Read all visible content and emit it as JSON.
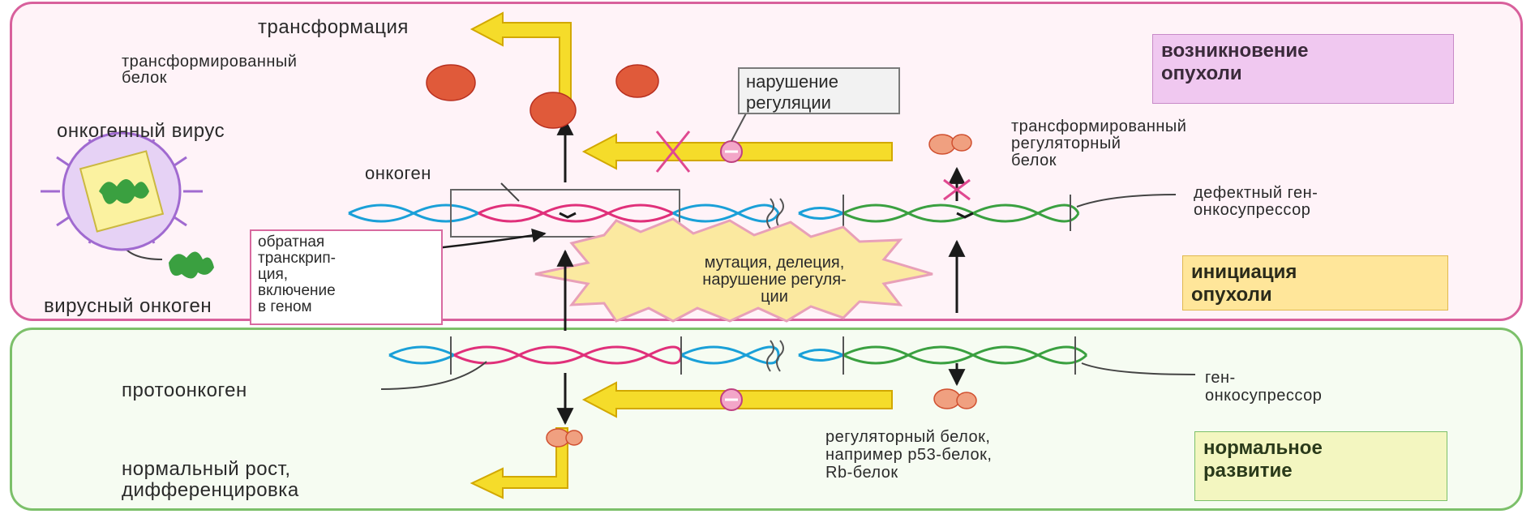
{
  "labels": {
    "transformation": "трансформация",
    "transformed_protein": [
      "трансформированный",
      "белок"
    ],
    "misregulation": [
      "нарушение",
      "регуляции"
    ],
    "tumor_onset": [
      "возникновение",
      "опухоли"
    ],
    "oncogenic_virus": "онкогенный вирус",
    "transformed_regulatory_protein": [
      "трансформированный",
      "регуляторный",
      "белок"
    ],
    "oncogene": "онкоген",
    "defective_suppressor": [
      "дефектный ген-",
      "онкосупрессор"
    ],
    "reverse_transcription": [
      "обратная",
      "транскрип-",
      "ция,",
      "включение",
      "в геном"
    ],
    "mutation": [
      "мутация, делеция,",
      "нарушение регуля-",
      "ции"
    ],
    "tumor_initiation": [
      "инициация",
      "опухоли"
    ],
    "viral_oncogene": "вирусный онкоген",
    "protooncogene": "протоонкоген",
    "suppressor_gene": [
      "ген-",
      "онкосупрессор"
    ],
    "regulatory_protein": [
      "регуляторный белок,",
      "например р53-белок,",
      "Rb-белок"
    ],
    "normal_development": [
      "нормальное",
      "развитие"
    ],
    "normal_growth": [
      "нормальный рост,",
      "дифференцировка"
    ]
  },
  "colors": {
    "tumor_panel_border": "#d8609c",
    "normal_panel_border": "#7cc06a",
    "dna_blue": "#1aa0d8",
    "dna_pink": "#e0307a",
    "dna_green": "#3aa040",
    "arrow_yellow": "#f5dc2a",
    "protein_red": "#e05a3a"
  }
}
